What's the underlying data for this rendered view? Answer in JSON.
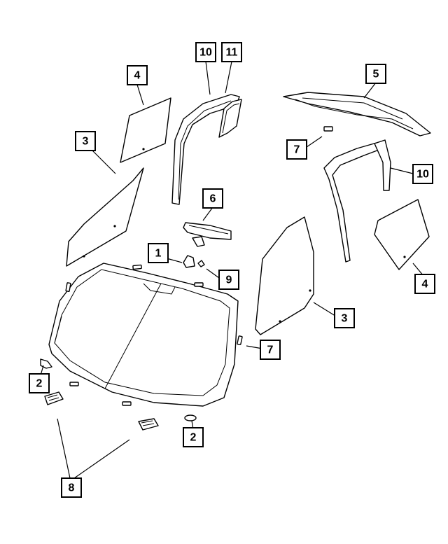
{
  "callouts": {
    "c1": "1",
    "c2a": "2",
    "c2b": "2",
    "c3a": "3",
    "c3b": "3",
    "c4a": "4",
    "c4b": "4",
    "c5": "5",
    "c6": "6",
    "c7a": "7",
    "c7b": "7",
    "c8": "8",
    "c9": "9",
    "c10a": "10",
    "c10b": "10",
    "c11": "11"
  }
}
